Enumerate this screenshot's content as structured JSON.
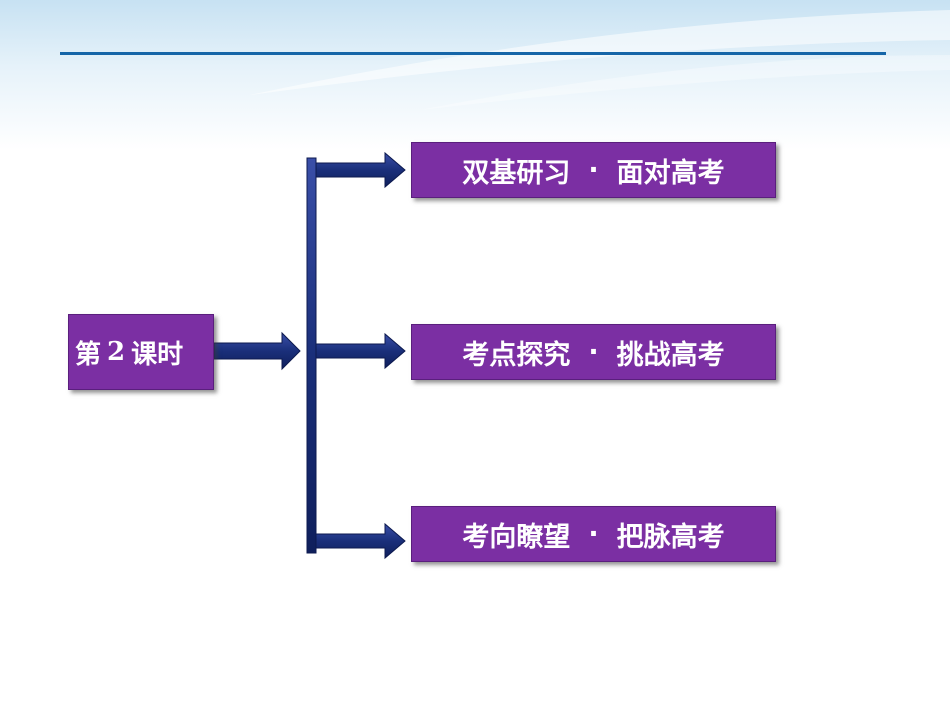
{
  "main_box": {
    "prefix": "第",
    "number": "2",
    "suffix": "课时"
  },
  "branches": [
    {
      "left": "双基研习",
      "dot": "·",
      "right": "面对高考"
    },
    {
      "left": "考点探究",
      "dot": "·",
      "right": "挑战高考"
    },
    {
      "left": "考向瞭望",
      "dot": "·",
      "right": "把脉高考"
    }
  ],
  "colors": {
    "box_fill": "#7b2fa3",
    "arrow_fill": "#1a2f7a",
    "header_line": "#1565a8"
  }
}
